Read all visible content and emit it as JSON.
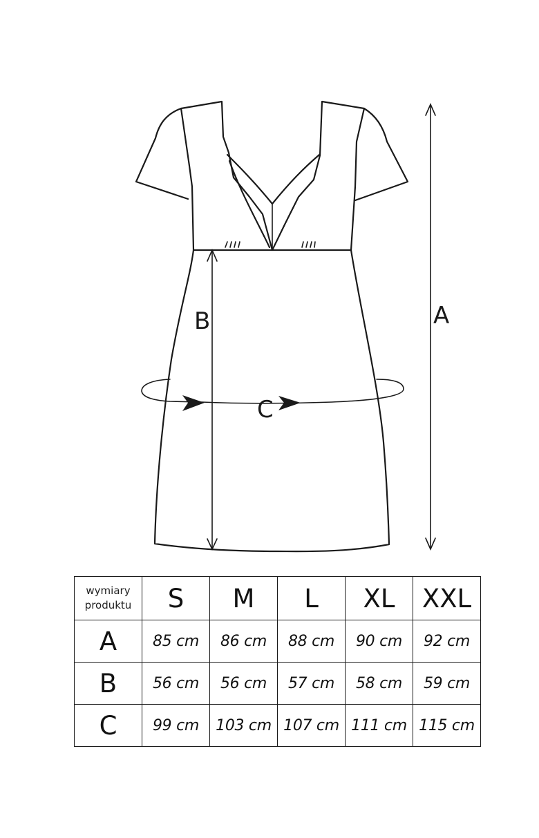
{
  "diagram": {
    "labels": {
      "a": "A",
      "b": "B",
      "c": "C"
    }
  },
  "table": {
    "corner_label": [
      "wymiary",
      "produktu"
    ],
    "sizes": [
      "S",
      "M",
      "L",
      "XL",
      "XXL"
    ],
    "rows": [
      {
        "label": "A",
        "values": [
          "85 cm",
          "86 cm",
          "88 cm",
          "90 cm",
          "92 cm"
        ]
      },
      {
        "label": "B",
        "values": [
          "56 cm",
          "56 cm",
          "57 cm",
          "58 cm",
          "59 cm"
        ]
      },
      {
        "label": "C",
        "values": [
          "99 cm",
          "103 cm",
          "107 cm",
          "111 cm",
          "115 cm"
        ]
      }
    ]
  }
}
